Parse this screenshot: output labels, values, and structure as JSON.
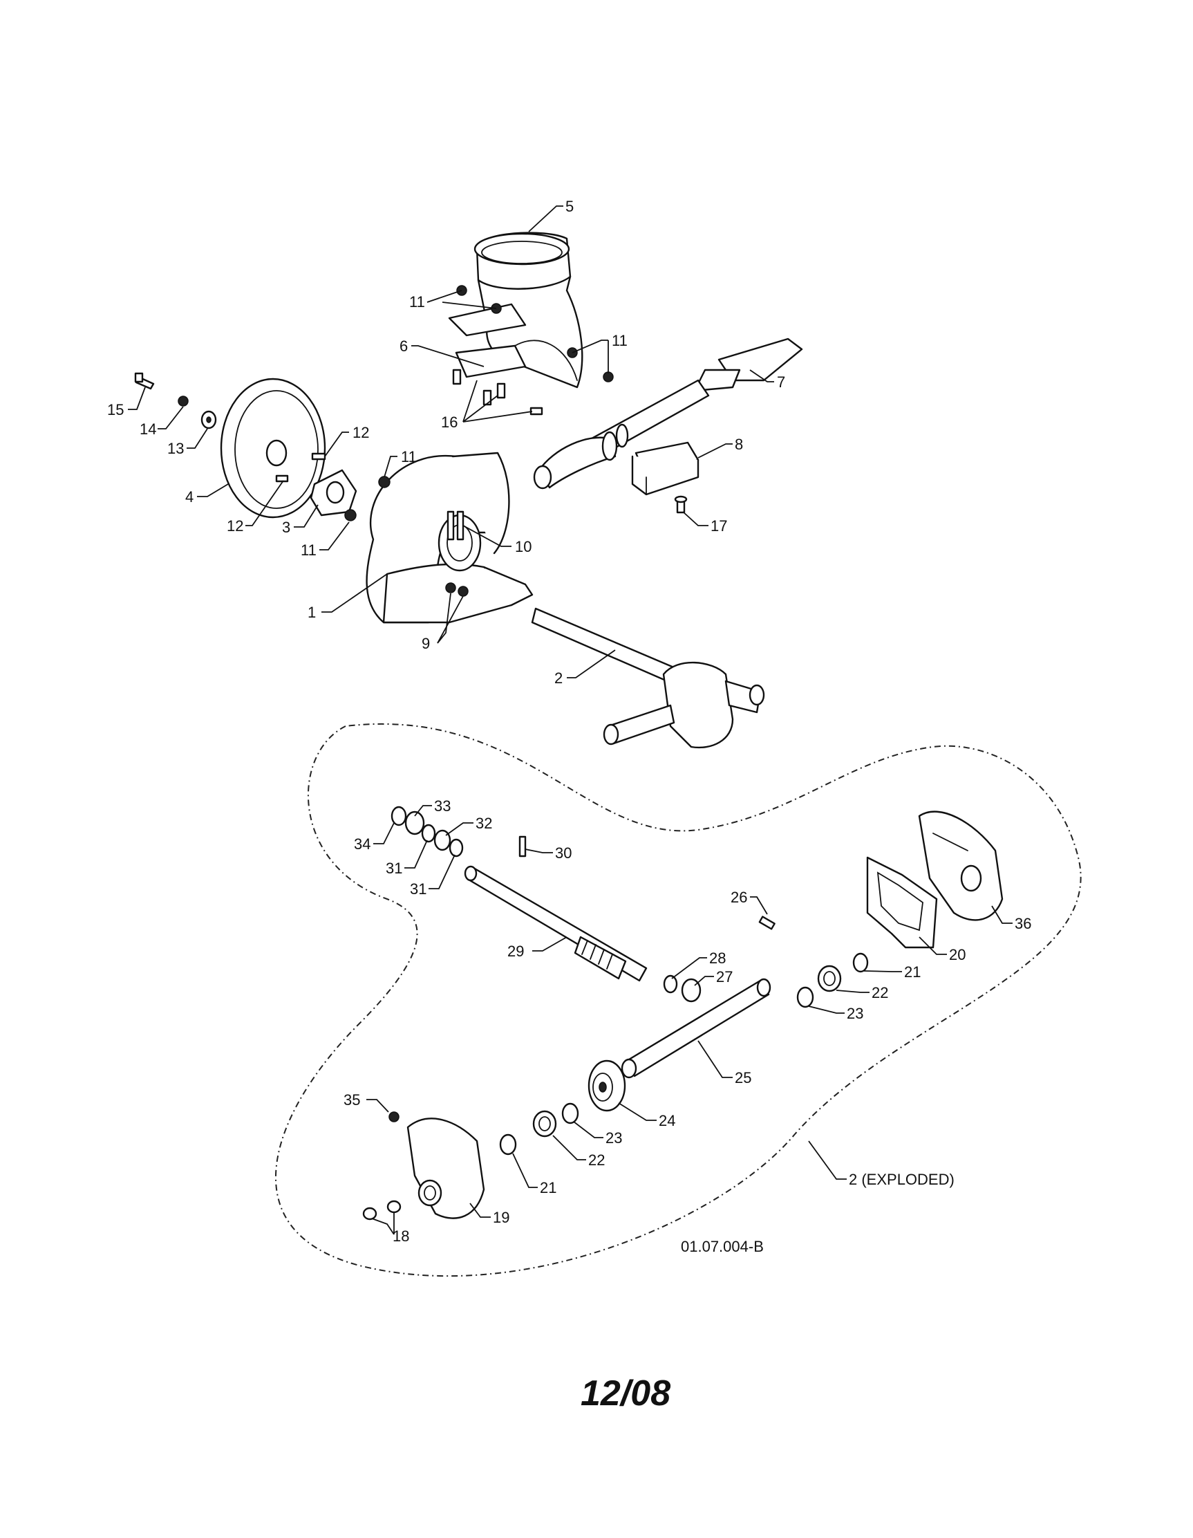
{
  "diagram": {
    "callouts": {
      "c1": "1",
      "c2": "2",
      "c3": "3",
      "c4": "4",
      "c5": "5",
      "c6": "6",
      "c7": "7",
      "c8": "8",
      "c9": "9",
      "c10": "10",
      "c11a": "11",
      "c11b": "11",
      "c11c": "11",
      "c11d": "11",
      "c12a": "12",
      "c12b": "12",
      "c13": "13",
      "c14": "14",
      "c15": "15",
      "c16": "16",
      "c17": "17",
      "c18": "18",
      "c19": "19",
      "c20": "20",
      "c21a": "21",
      "c21b": "21",
      "c22a": "22",
      "c22b": "22",
      "c23a": "23",
      "c23b": "23",
      "c24": "24",
      "c25": "25",
      "c26": "26",
      "c27": "27",
      "c28": "28",
      "c29": "29",
      "c30": "30",
      "c31a": "31",
      "c31b": "31",
      "c32": "32",
      "c33": "33",
      "c34": "34",
      "c35": "35",
      "c36": "36"
    },
    "exploded_label": "2 (EXPLODED)",
    "drawing_number": "01.07.004-B",
    "page_label": "12/08"
  }
}
